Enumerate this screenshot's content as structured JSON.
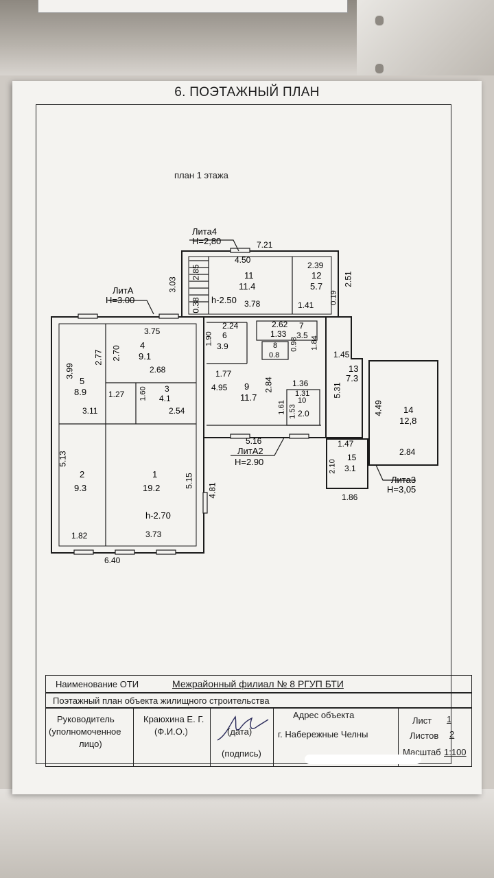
{
  "sheet_title": "6. ПОЭТАЖНЫЙ ПЛАН",
  "plan_label": "план 1 этажа",
  "lit_labels": [
    {
      "name": "Лита4",
      "height": "Н=2,80"
    },
    {
      "name": "ЛитА",
      "height": "Н=3.00"
    },
    {
      "name": "ЛитА2",
      "height": "Н=2.90"
    },
    {
      "name": "Лита3",
      "height": "Н=3,05"
    }
  ],
  "rooms": [
    {
      "number": "1",
      "area": "19.2"
    },
    {
      "number": "2",
      "area": "9.3"
    },
    {
      "number": "3",
      "area": "4.1"
    },
    {
      "number": "4",
      "area": "9.1"
    },
    {
      "number": "5",
      "area": "8.9"
    },
    {
      "number": "6",
      "area": "3.9"
    },
    {
      "number": "7",
      "area": "3.5"
    },
    {
      "number": "8",
      "area": "0.8"
    },
    {
      "number": "9",
      "area": "11.7"
    },
    {
      "number": "10",
      "area": "2.0"
    },
    {
      "number": "11",
      "area": "11.4"
    },
    {
      "number": "12",
      "area": "5.7"
    },
    {
      "number": "13",
      "area": "7.3"
    },
    {
      "number": "14",
      "area": "12,8"
    },
    {
      "number": "15",
      "area": "3.1"
    }
  ],
  "ceiling_heights": [
    "h-2.50",
    "h-2.70"
  ],
  "dimensions": [
    "7.21",
    "4.50",
    "2.39",
    "3.03",
    "2.85",
    "0.38",
    "3.78",
    "1.41",
    "0.19",
    "2.51",
    "3.75",
    "2.24",
    "2.62",
    "1.33",
    "1.90",
    "0.98",
    "1.84",
    "2.77",
    "2.70",
    "3.99",
    "2.68",
    "1.27",
    "1.60",
    "1.77",
    "4.95",
    "2.84",
    "1.36",
    "1.31",
    "1.45",
    "5.31",
    "3.11",
    "2.54",
    "1.61",
    "1.53",
    "4.49",
    "2.84",
    "5.16",
    "1.47",
    "2.10",
    "1.86",
    "5.13",
    "5.15",
    "4.81",
    "1.82",
    "3.73",
    "6.40"
  ],
  "title_block": {
    "name_label": "Наименование ОТИ",
    "name_value": "Межрайонный филиал № 8  РГУП БТИ",
    "description": "Поэтажный план объекта жилищного строительства",
    "head_label_1": "Руководитель",
    "head_label_2": "(уполномоченное",
    "head_label_3": "лицо)",
    "head_name": "Краюхина Е. Г.",
    "fio_caption": "(Ф.И.О.)",
    "date_caption": "(дата)",
    "signature_caption": "(подпись)",
    "address_label": "Адрес объекта",
    "address_value": "г. Набережные Челны",
    "sheet_label": "Лист",
    "sheet_value": "1",
    "sheets_label": "Листов",
    "sheets_value": "2",
    "scale_label": "Масштаб",
    "scale_value": "1:100"
  }
}
